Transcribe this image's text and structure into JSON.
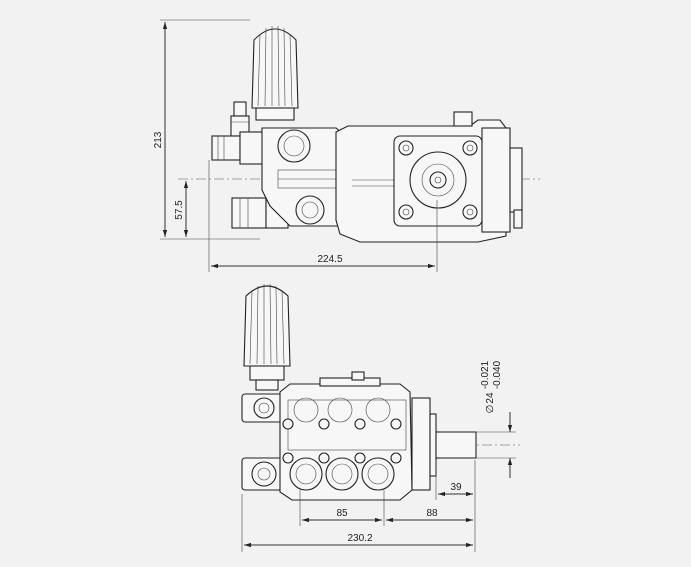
{
  "top_view": {
    "dim_height_total": "213",
    "dim_height_axis": "57.5",
    "dim_length": "224.5"
  },
  "bottom_view": {
    "dim_tol_upper": "-0.021",
    "dim_tol_lower": "-0.040",
    "dim_shaft_dia": "24",
    "dim_shaft_symbol": "∅",
    "dim_shaft_len": "39",
    "dim_85": "85",
    "dim_88": "88",
    "dim_total": "230.2"
  }
}
